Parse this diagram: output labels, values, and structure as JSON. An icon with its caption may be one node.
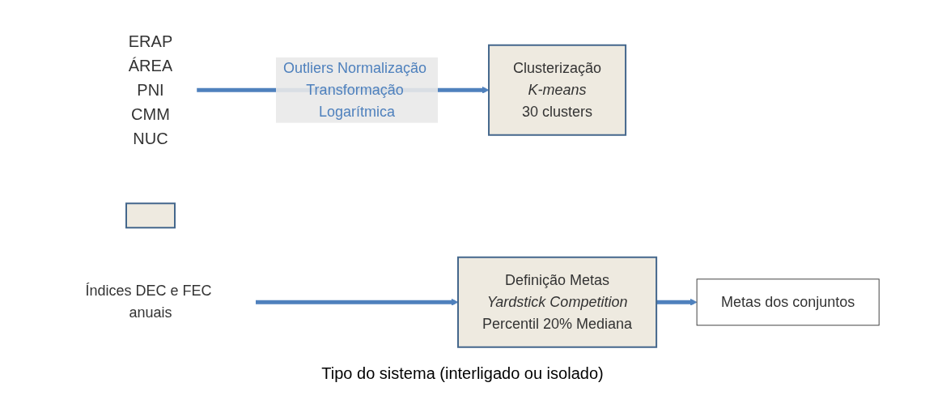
{
  "diagram": {
    "nodes": [
      {
        "text": [
          "ERAP",
          "ÁREA",
          "PNI",
          "CMM",
          "NUC"
        ]
      },
      {
        "text": [],
        "shape": "box"
      },
      {
        "text": [
          "Clusterização",
          "K-means",
          "30 clusters"
        ]
      },
      {
        "text": [
          "Definição Metas",
          "Yardstick Competition",
          "Percentil 20% Mediana"
        ]
      },
      {
        "text": [
          "Metas dos conjuntos"
        ]
      },
      {
        "text": [
          "Índices DEC e FEC anuais"
        ]
      }
    ],
    "edges": [
      {
        "from": 0,
        "to": 2,
        "arrow": "to",
        "label": "Outliers Normalização Transformação Logarítmica"
      },
      {
        "from": 3,
        "to": 4,
        "arrow": "to"
      },
      {
        "from": 5,
        "to": 3,
        "arrow": "to"
      }
    ],
    "labels": [
      "Tipo do sistema (interligado ou isolado)"
    ]
  }
}
